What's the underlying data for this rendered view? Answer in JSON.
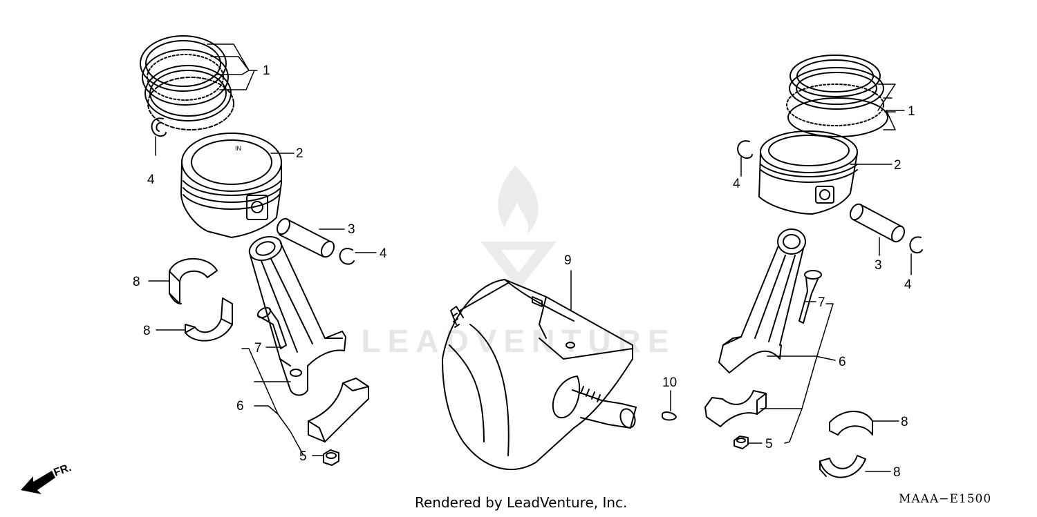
{
  "watermark": {
    "text": "LEADVENTURE"
  },
  "callouts": {
    "left_rings": "1",
    "left_piston": "2",
    "left_pin": "3",
    "left_clip_a": "4",
    "left_clip_b": "4",
    "left_nut": "5",
    "left_rod_assy": "6",
    "left_bolt": "7",
    "left_bearing_a": "8",
    "left_bearing_b": "8",
    "crankshaft": "9",
    "key": "10",
    "right_rings": "1",
    "right_piston": "2",
    "right_pin": "3",
    "right_clip_a": "4",
    "right_clip_b": "4",
    "right_nut": "5",
    "right_rod_assy": "6",
    "right_bolt": "7",
    "right_bearing_a": "8",
    "right_bearing_b": "8"
  },
  "direction_label": "FR.",
  "footer": {
    "credit": "Rendered by LeadVenture, Inc.",
    "diagram_code": "MAAA−E1500"
  }
}
